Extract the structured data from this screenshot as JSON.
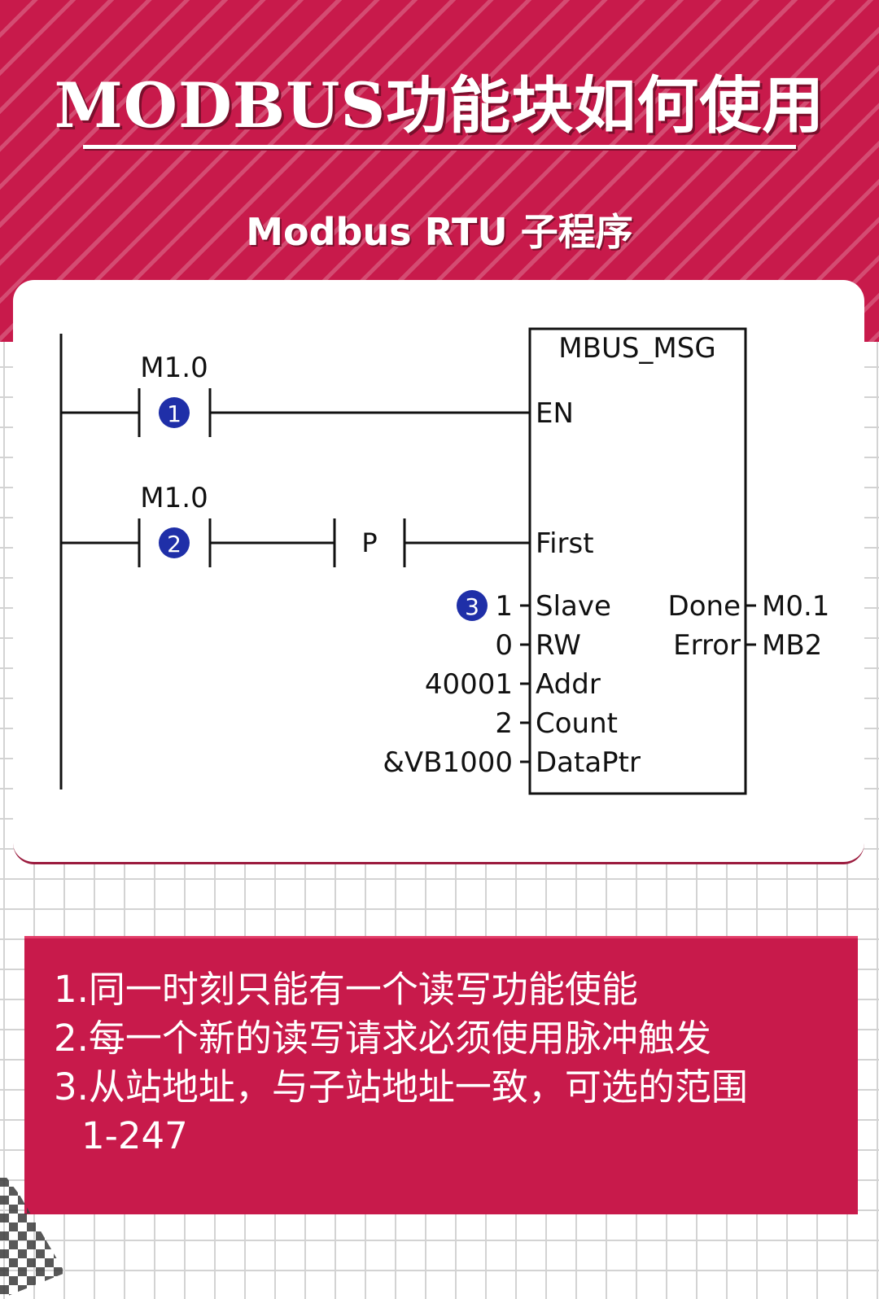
{
  "header": {
    "title": "MODBUS功能块如何使用",
    "subtitle": "Modbus RTU 子程序"
  },
  "diagram": {
    "block_name": "MBUS_MSG",
    "contact1_label": "M1.0",
    "contact2_label": "M1.0",
    "pulse_label": "P",
    "badges": [
      "1",
      "2",
      "3"
    ],
    "pins_in": [
      "EN",
      "First",
      "Slave",
      "RW",
      "Addr",
      "Count",
      "DataPtr"
    ],
    "pins_out": [
      "Done",
      "Error"
    ],
    "input_values": [
      "1",
      "0",
      "40001",
      "2",
      "&VB1000"
    ],
    "output_values": [
      "M0.1",
      "MB2"
    ]
  },
  "notes": [
    "1.同一时刻只能有一个读写功能使能",
    "2.每一个新的读写请求必须使用脉冲触发",
    "3.从站地址，与子站地址一致，可选的范围",
    "1-247"
  ],
  "colors": {
    "accent": "#c81a4b",
    "badge": "#1f2fa8",
    "grid": "#d3d3d3"
  }
}
